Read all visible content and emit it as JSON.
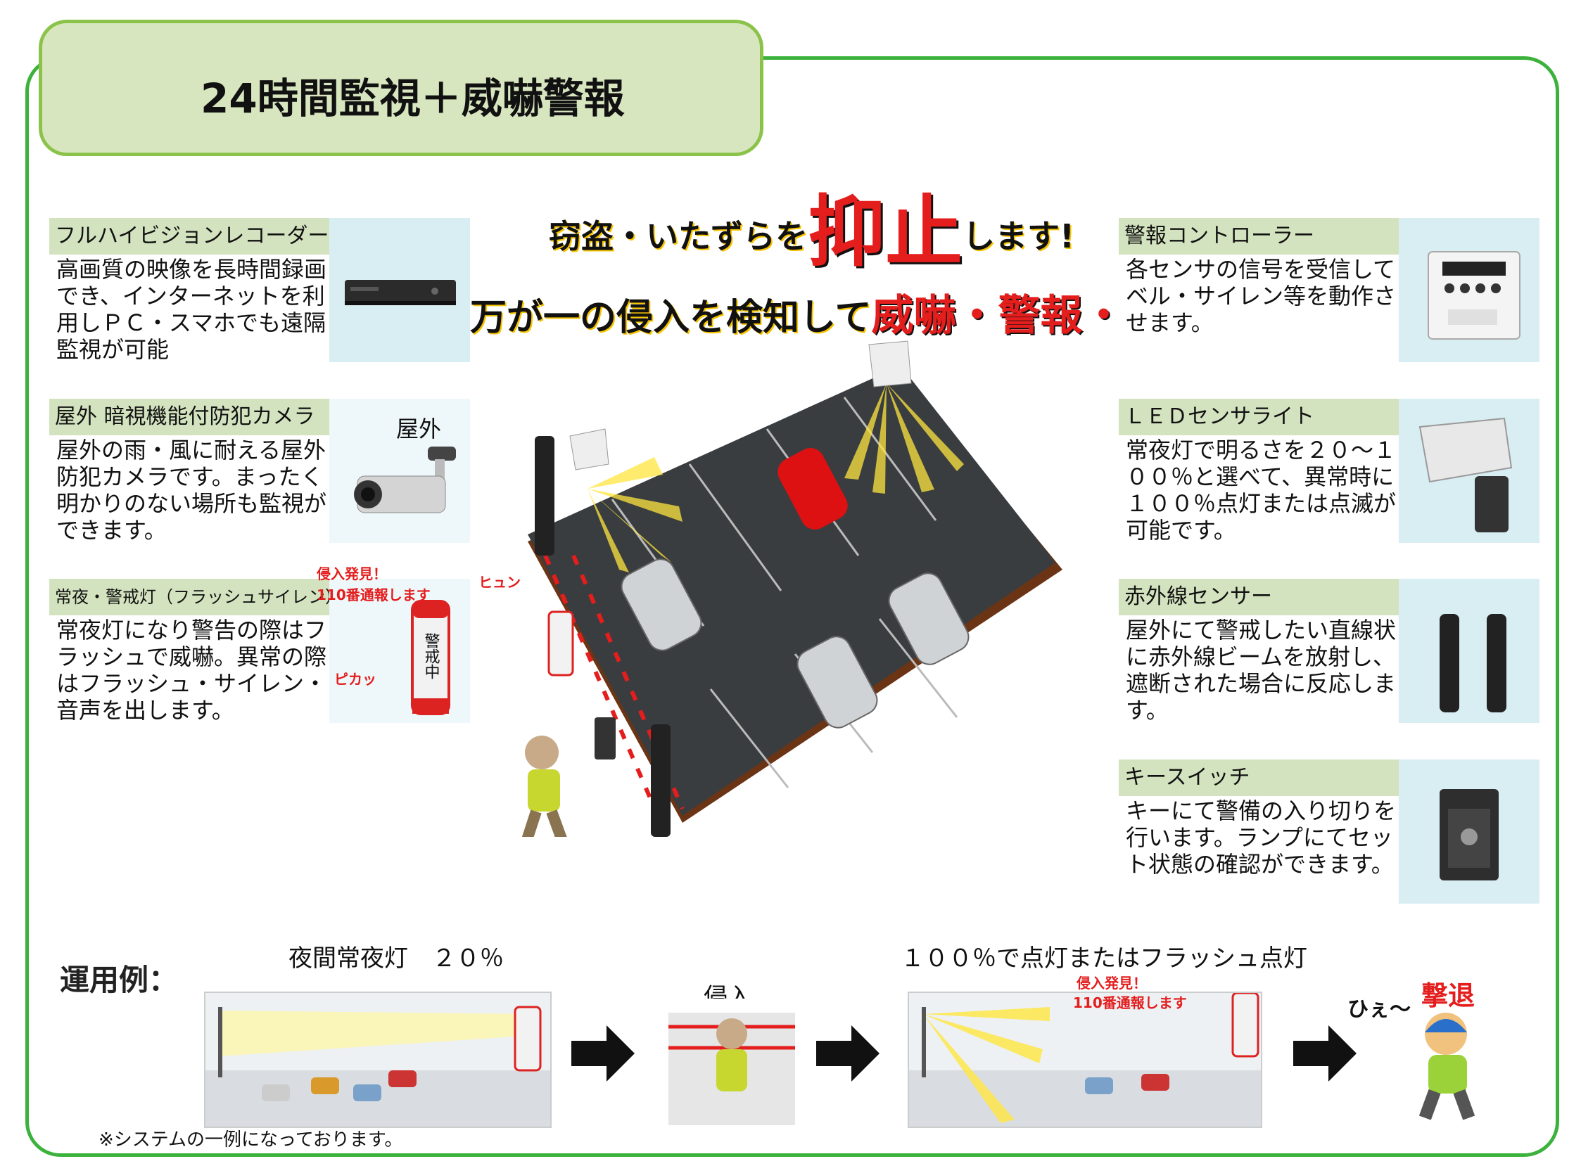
{
  "title": "24時間監視＋威嚇警報",
  "headline": {
    "line1_prefix": "窃盗・いたずらを",
    "line1_big": "抑止",
    "line1_suffix": "します!",
    "line2_prefix": "万が一の侵入を検知して",
    "line2_red": "威嚇・警報・通報"
  },
  "left_cards": [
    {
      "label": "フルハイビジョンレコーダー",
      "body": "高画質の映像を長時間録画でき、インターネットを利用しＰＣ・スマホでも遠隔監視が可能",
      "icon": "recorder-icon"
    },
    {
      "label": "屋外 暗視機能付防犯カメラ",
      "tag": "屋外",
      "body": "屋外の雨・風に耐える屋外防犯カメラです。まったく明かりのない場所も監視ができます。",
      "icon": "camera-icon"
    },
    {
      "label": "常夜・警戒灯（フラッシュサイレン）",
      "body": "常夜灯になり警告の際はフラッシュで威嚇。異常の際はフラッシュ・サイレン・音声を出します。",
      "icon": "flash-siren-icon"
    }
  ],
  "right_cards": [
    {
      "label": "警報コントローラー",
      "body": "各センサの信号を受信してベル・サイレン等を動作させます。",
      "icon": "controller-icon"
    },
    {
      "label": "ＬＥＤセンサライト",
      "body": "常夜灯で明るさを２０～１００％と選べて、異常時に１００％点灯または点滅が可能です。",
      "icon": "led-light-icon"
    },
    {
      "label": "赤外線センサー",
      "body": "屋外にて警戒したい直線状に赤外線ビームを放射し、遮断された場合に反応します。",
      "icon": "ir-sensor-icon"
    },
    {
      "label": "キースイッチ",
      "body": "キーにて警備の入り切りを行います。ランプにてセット状態の確認ができます。",
      "icon": "key-switch-icon"
    }
  ],
  "scene_notes": {
    "alert1": "侵入発見！",
    "alert2": "110番通報します",
    "hyun": "ヒュン",
    "pika": "ピカッ",
    "siren_label": "警戒中"
  },
  "bottom": {
    "label": "運用例：",
    "cap1": "夜間常夜灯　２０％",
    "cap2": "侵入",
    "cap3": "１００％で点灯またはフラッシュ点灯",
    "cap4": "撃退",
    "cap4b": "ひぇ～",
    "footnote": "※システムの一例になっております。"
  },
  "colors": {
    "frame": "#3cb23c",
    "title_bg": "#d8e6c0",
    "label_bg": "#d4e3bf",
    "image_bg": "#d9eef2",
    "accent_red": "#e41d1d",
    "yellow": "#f6c400"
  }
}
